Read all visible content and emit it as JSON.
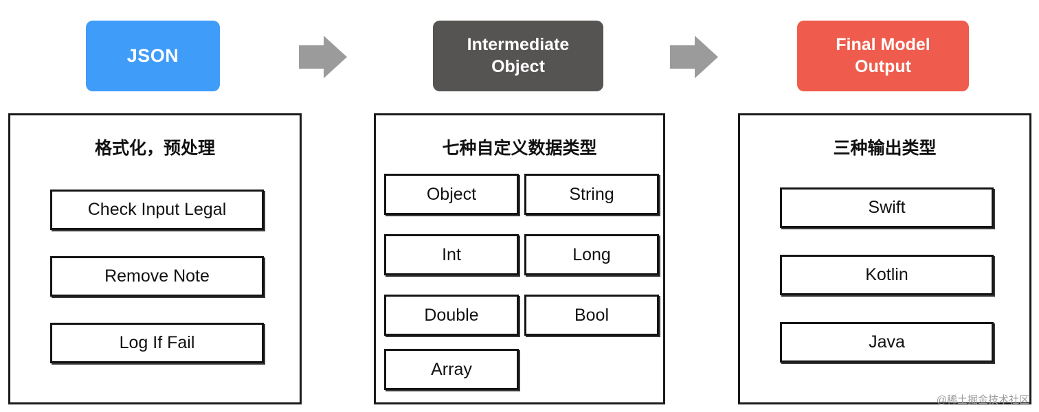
{
  "stages": [
    {
      "label": "JSON",
      "color": "#409CF9"
    },
    {
      "label": "Intermediate\nObject",
      "line1": "Intermediate",
      "line2": "Object",
      "color": "#565452"
    },
    {
      "label": "Final  Model\nOutput",
      "line1": "Final  Model",
      "line2": "Output",
      "color": "#EF5B4C"
    }
  ],
  "arrows": [
    {
      "name": "arrow-stage-1-to-2",
      "color": "#9B9B9B"
    },
    {
      "name": "arrow-stage-2-to-3",
      "color": "#9B9B9B"
    }
  ],
  "panels": [
    {
      "title": "格式化，预处理",
      "items": [
        "Check Input Legal",
        "Remove Note",
        "Log If Fail"
      ]
    },
    {
      "title": "七种自定义数据类型",
      "items": [
        "Object",
        "String",
        "Int",
        "Long",
        "Double",
        "Bool",
        "Array"
      ]
    },
    {
      "title": "三种输出类型",
      "items": [
        "Swift",
        "Kotlin",
        "Java"
      ]
    }
  ],
  "watermark": "@稀土掘金技术社区"
}
